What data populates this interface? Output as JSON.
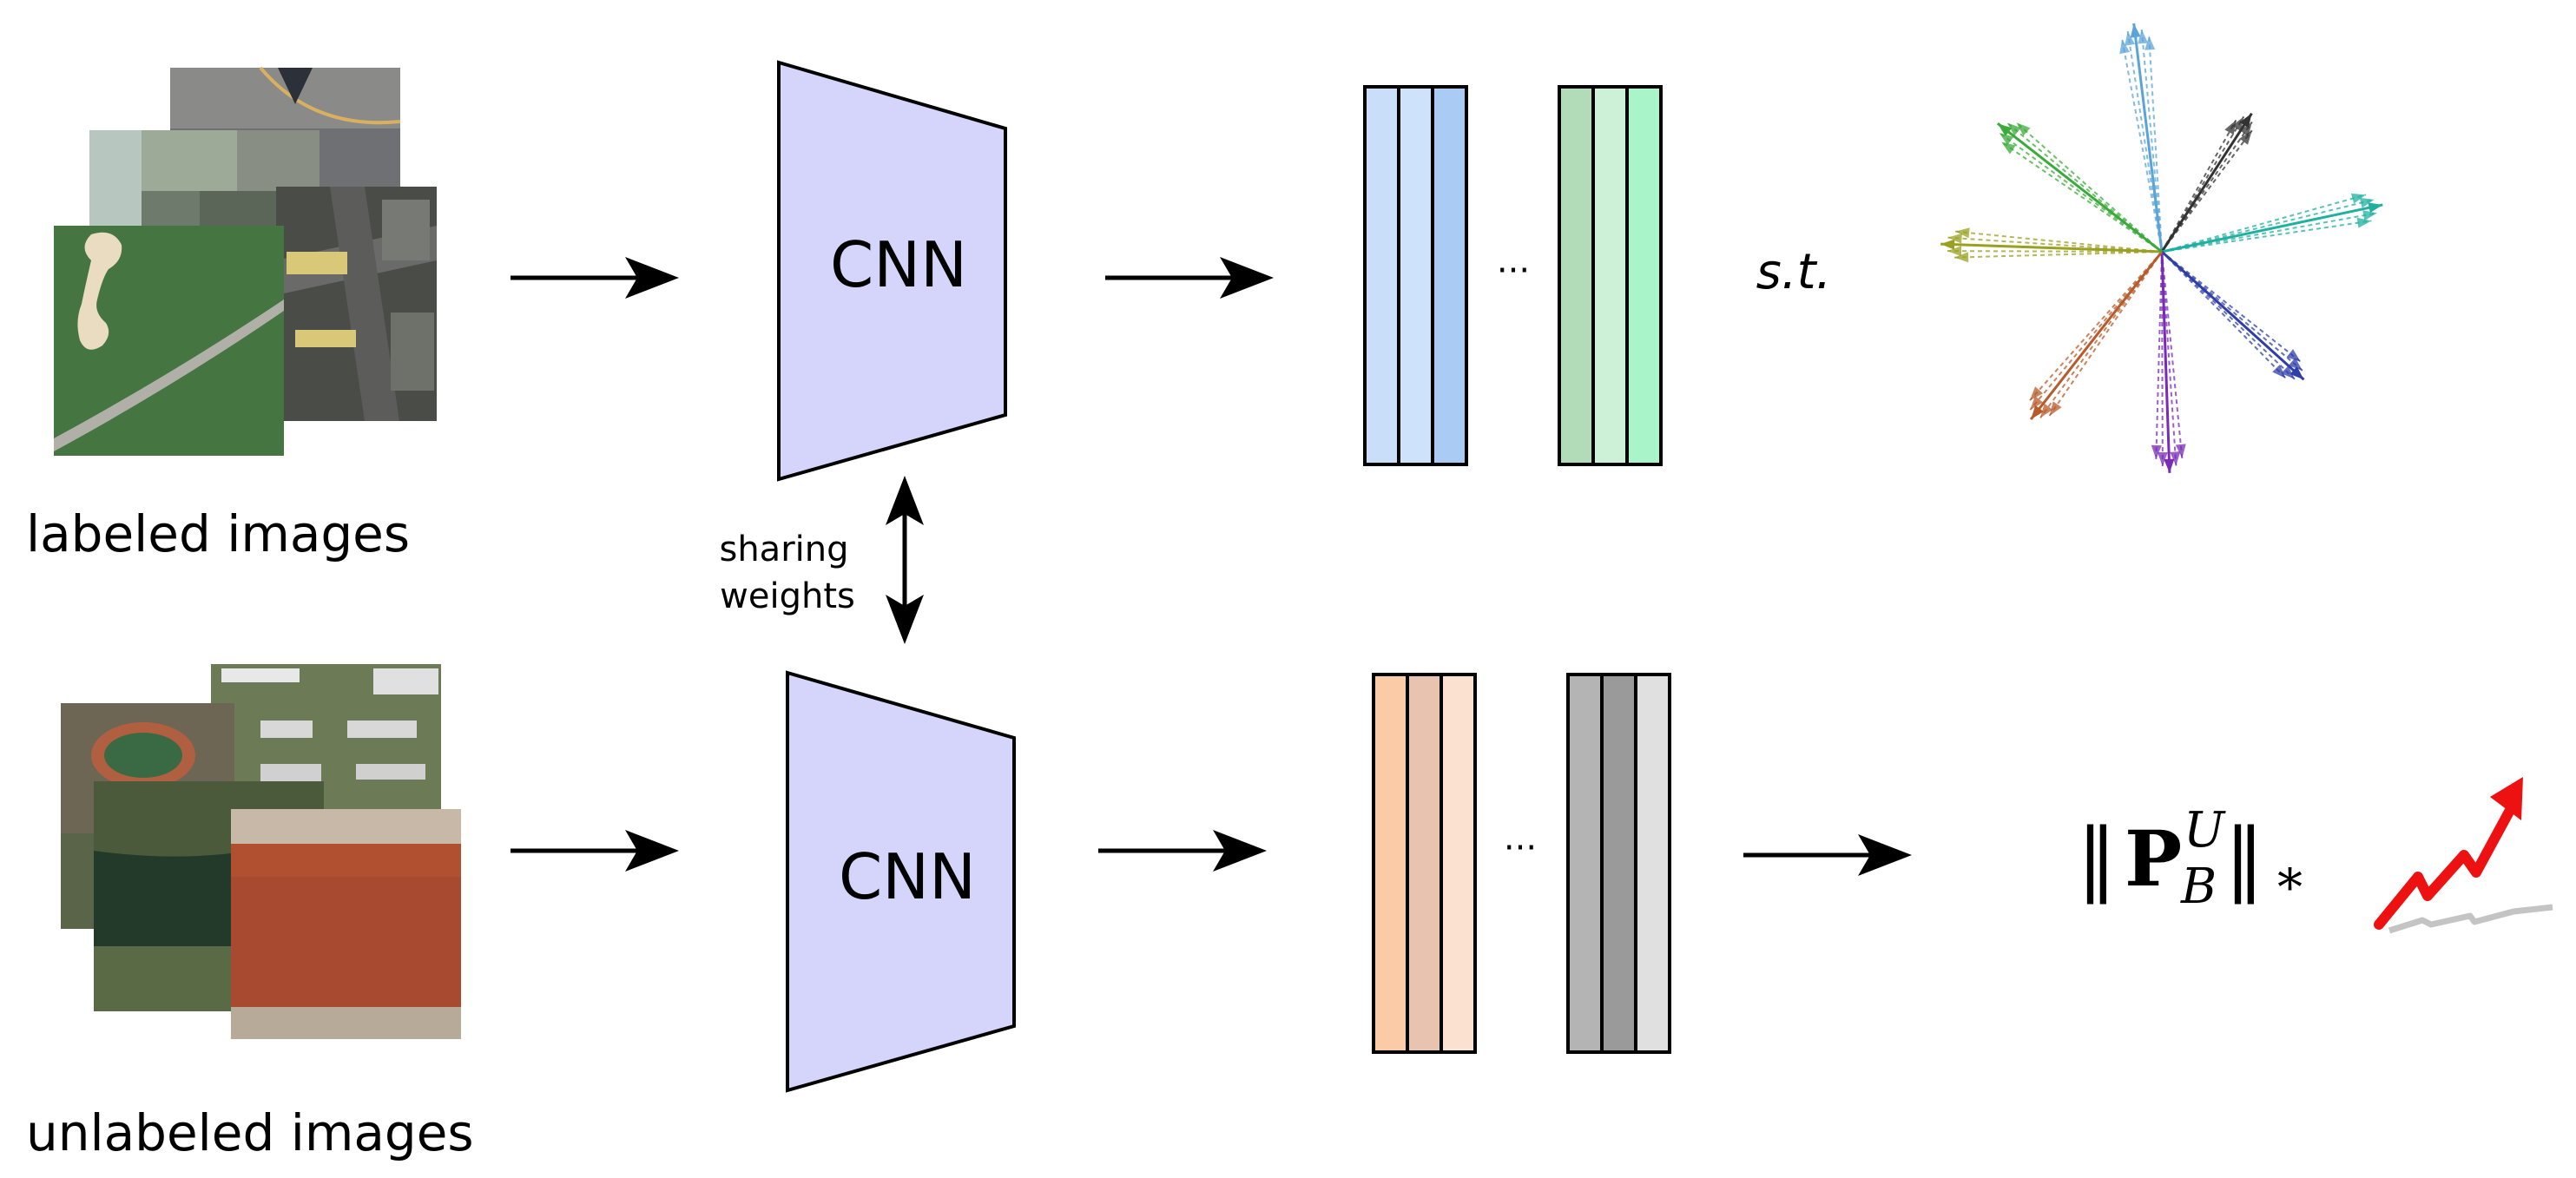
{
  "labels": {
    "labeled_images": "labeled images",
    "unlabeled_images": "unlabeled images",
    "cnn_top": "CNN",
    "cnn_bottom": "CNN",
    "sharing_line1": "sharing",
    "sharing_line2": "weights",
    "ellipsis_top": "···",
    "ellipsis_bottom": "···",
    "st": "s.t.",
    "norm_left": "‖",
    "norm_P": "P",
    "norm_sup": "U",
    "norm_sub": "B",
    "norm_right": "‖",
    "norm_star": "*"
  },
  "colors": {
    "cnn_fill": "#d5d5fb",
    "top_features_left": [
      "#c9def8",
      "#cfe2fb",
      "#a9cbf4"
    ],
    "top_features_right": [
      "#b2dcb8",
      "#ccf1d6",
      "#a9f4c9"
    ],
    "bottom_features_left": [
      "#fbcba8",
      "#e8c3b0",
      "#fbe1cf"
    ],
    "bottom_features_right": [
      "#b4b4b4",
      "#9a9a9a",
      "#e0e0e0"
    ],
    "trend_red": "#ee1111",
    "trend_gray": "#c4c4c4"
  },
  "vector_colors": [
    "#5aa4d8",
    "#333333",
    "#20b0a0",
    "#2f3fa8",
    "#7a2ab8",
    "#b85a2a",
    "#9aa020",
    "#3aaa3a"
  ],
  "icons": [
    "arrow-right-icon",
    "double-arrow-icon",
    "trend-up-icon",
    "vector-star-icon"
  ]
}
